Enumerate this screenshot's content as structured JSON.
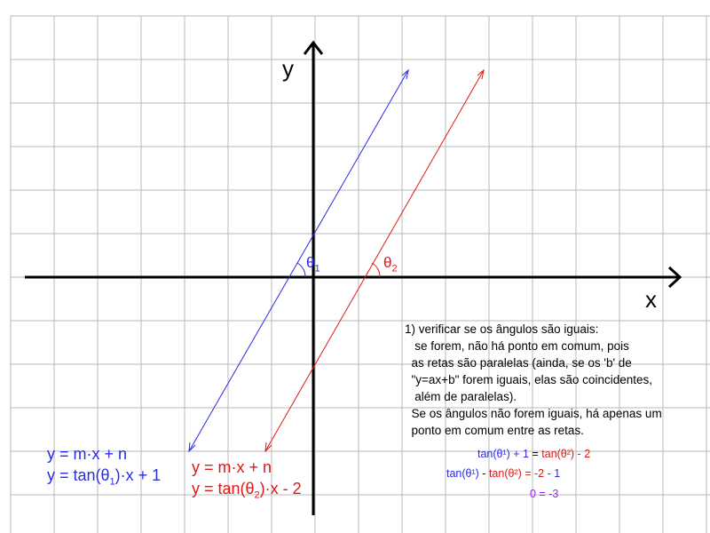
{
  "axes": {
    "x_label": "x",
    "y_label": "y"
  },
  "angles": {
    "theta1": {
      "symbol": "θ",
      "sub": "1"
    },
    "theta2": {
      "symbol": "θ",
      "sub": "2"
    }
  },
  "line1": {
    "color": "#2a2ae8",
    "eq1": "y = m·x + n",
    "eq2_prefix": "y = tan(θ",
    "eq2_sub": "1",
    "eq2_suffix": ")·x + 1"
  },
  "line2": {
    "color": "#e01818",
    "eq1": "y = m·x + n",
    "eq2_prefix": "y = tan(θ",
    "eq2_sub": "2",
    "eq2_suffix": ")·x - 2"
  },
  "notes": [
    "1) verificar se os ângulos são iguais:",
    "   se forem, não há ponto em comum, pois",
    "  as retas são paralelas (ainda, se os 'b' de",
    "  \"y=ax+b\" forem iguais, elas são coincidentes,",
    "   além de paralelas).",
    "  Se os ângulos não forem iguais, há apenas um",
    "  ponto em comum entre as retas."
  ],
  "derivation": {
    "row1": {
      "left": "tan(θ¹) + 1",
      "mid": " = ",
      "right": "tan(θ²) - 2"
    },
    "row2": {
      "left": "tan(θ¹)",
      "mid": " - ",
      "right": "tan(θ²)",
      "tail_mid": " = -2 - ",
      "tail": "1"
    },
    "row3": {
      "text": "0 = -3",
      "color": "#a020f0"
    }
  }
}
